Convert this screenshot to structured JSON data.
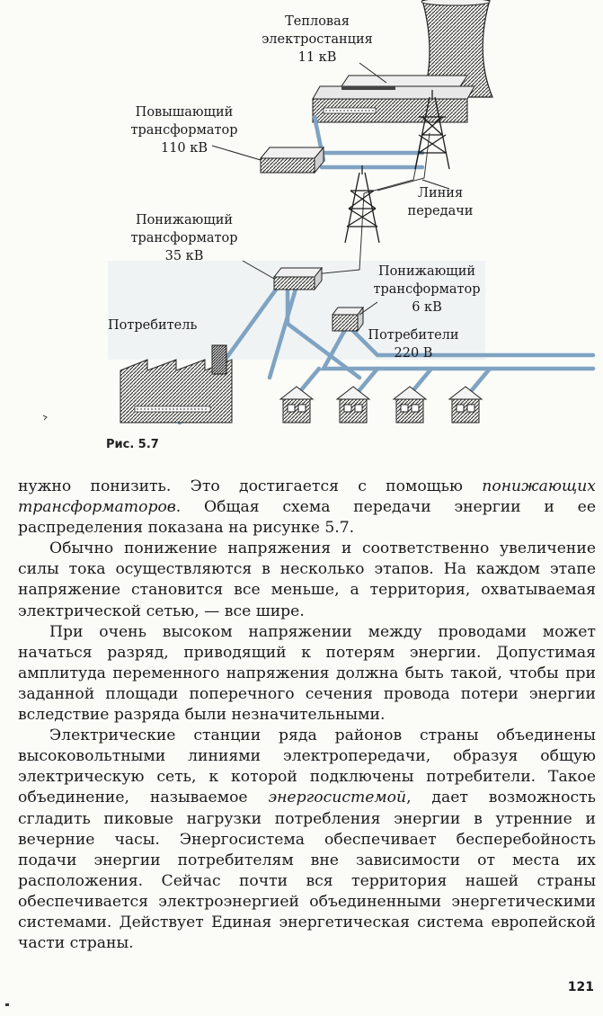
{
  "figure": {
    "labels": {
      "power_plant": [
        "Тепловая",
        "электростанция",
        "11 кВ"
      ],
      "step_up_transformer": [
        "Повышающий",
        "трансформатор",
        "110 кВ"
      ],
      "transmission_line": [
        "Линия",
        "передачи"
      ],
      "step_down_transformer_35": [
        "Понижающий",
        "трансформатор",
        "35 кВ"
      ],
      "step_down_transformer_6": [
        "Понижающий",
        "трансформатор",
        "6 кВ"
      ],
      "consumer": [
        "Потребитель"
      ],
      "consumers_220": [
        "Потребители",
        "220 В"
      ]
    },
    "caption": "Рис. 5.7",
    "colors": {
      "cable": "#7fa3c2",
      "paper_fill": "#f3f4ef",
      "hatch": "#2a2a2a"
    }
  },
  "body": {
    "paragraphs": [
      {
        "indent": false,
        "segments": [
          {
            "t": "нужно понизить. Это достигается с помощью ",
            "i": false
          },
          {
            "t": "понижающих трансформаторов",
            "i": true
          },
          {
            "t": ". Общая схема передачи энергии и ее распределения показана на рисунке 5.7.",
            "i": false
          }
        ]
      },
      {
        "indent": true,
        "segments": [
          {
            "t": "Обычно понижение напряжения и соответственно увеличение силы тока осуществляются в несколько этапов. На каждом этапе напряжение становится все меньше, а территория, охватываемая электрической сетью, — все шире.",
            "i": false
          }
        ]
      },
      {
        "indent": true,
        "segments": [
          {
            "t": "При очень высоком напряжении между проводами может начаться разряд, приводящий к потерям энергии. Допустимая амплитуда переменного напряжения должна быть такой, чтобы при заданной площади поперечного сечения провода потери энергии вследствие разряда были незначительными.",
            "i": false
          }
        ]
      },
      {
        "indent": true,
        "segments": [
          {
            "t": "Электрические станции ряда районов страны объединены высоковольтными линиями электропередачи, образуя общую электрическую сеть, к которой подключены потребители. Такое объединение, называемое ",
            "i": false
          },
          {
            "t": "энергосистемой",
            "i": true
          },
          {
            "t": ", дает возможность сгладить пиковые нагрузки потребления энергии в утренние и вечерние часы. Энергосистема обеспечивает бесперебойность подачи энергии потребителям вне зависимости от места их расположения. Сейчас почти вся территория нашей страны обеспечивается электроэнергией объединенными энергетическими системами. Действует Единая энергетическая система европейской части страны.",
            "i": false
          }
        ]
      }
    ]
  },
  "page_number": "121"
}
